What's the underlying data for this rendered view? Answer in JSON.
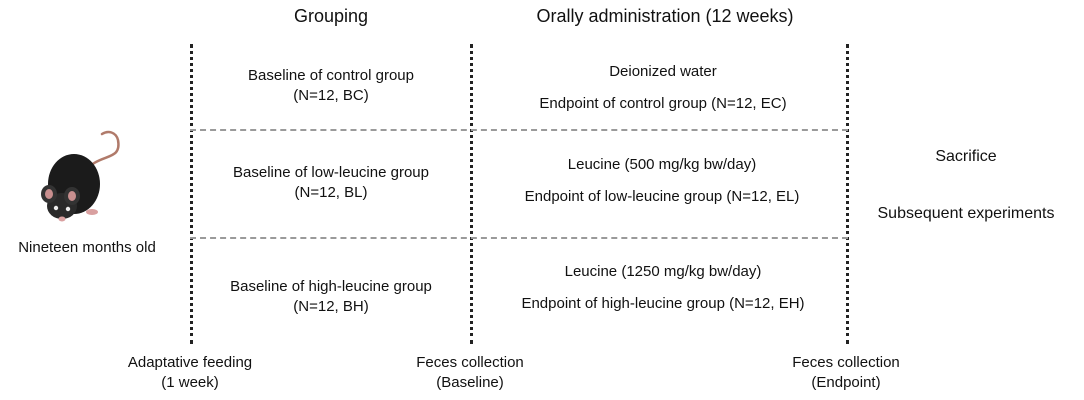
{
  "headers": {
    "grouping": "Grouping",
    "administration": "Orally administration (12 weeks)"
  },
  "left": {
    "mouse_icon": "mouse-icon",
    "age_label": "Nineteen months old"
  },
  "groups": [
    {
      "baseline_line1": "Baseline of control group",
      "baseline_line2": "(N=12, BC)",
      "treatment": "Deionized water",
      "endpoint": "Endpoint of control group (N=12, EC)"
    },
    {
      "baseline_line1": "Baseline of low-leucine group",
      "baseline_line2": "(N=12, BL)",
      "treatment": "Leucine (500 mg/kg bw/day)",
      "endpoint": "Endpoint of low-leucine group (N=12, EL)"
    },
    {
      "baseline_line1": "Baseline of high-leucine group",
      "baseline_line2": "(N=12, BH)",
      "treatment": "Leucine (1250 mg/kg bw/day)",
      "endpoint": "Endpoint of high-leucine group (N=12, EH)"
    }
  ],
  "right": {
    "sacrifice": "Sacrifice",
    "subsequent": "Subsequent experiments"
  },
  "timeline": [
    {
      "line1": "Adaptative feeding",
      "line2": "(1 week)"
    },
    {
      "line1": "Feces collection",
      "line2": "(Baseline)"
    },
    {
      "line1": "Feces collection",
      "line2": "(Endpoint)"
    }
  ]
}
